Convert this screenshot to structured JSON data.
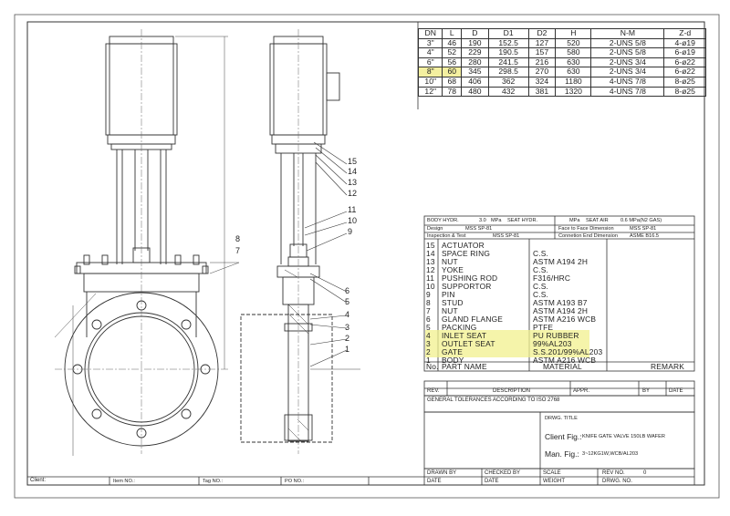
{
  "dimension_table": {
    "headers": [
      "DN",
      "L",
      "D",
      "D1",
      "D2",
      "H",
      "N-M",
      "Z-d"
    ],
    "rows": [
      [
        "3\"",
        "46",
        "190",
        "152.5",
        "127",
        "520",
        "2-UNS 5/8",
        "4-ø19"
      ],
      [
        "4\"",
        "52",
        "229",
        "190.5",
        "157",
        "580",
        "2-UNS 5/8",
        "6-ø19"
      ],
      [
        "6\"",
        "56",
        "280",
        "241.5",
        "216",
        "630",
        "2-UNS 3/4",
        "6-ø22"
      ],
      [
        "8\"",
        "60",
        "345",
        "298.5",
        "270",
        "630",
        "2-UNS 3/4",
        "6-ø22"
      ],
      [
        "10\"",
        "68",
        "406",
        "362",
        "324",
        "1180",
        "4-UNS 7/8",
        "8-ø25"
      ],
      [
        "12\"",
        "78",
        "480",
        "432",
        "381",
        "1320",
        "4-UNS 7/8",
        "8-ø25"
      ]
    ]
  },
  "spec_header": {
    "body_hydr_label": "BODY HYDR.",
    "body_hydr_val": "3.0",
    "body_hydr_unit": "MPa",
    "seat_hydr_label": "SEAT HYDR.",
    "seat_hydr_unit": "MPa",
    "seat_air_label": "SEAT AIR",
    "seat_air_val": "0.6 MPa(N2 GAS)",
    "design_label": "Design",
    "design_val": "MSS SP-81",
    "face_label": "Face to Face Dimension",
    "face_val": "MSS SP-81",
    "inspection_label": "Inspection & Test",
    "inspection_val": "MSS SP-81",
    "connection_label": "Connetion End Dimension",
    "connection_val": "ASME B16.5"
  },
  "bom": {
    "items": [
      {
        "no": "15",
        "part": "ACTUATOR",
        "material": ""
      },
      {
        "no": "14",
        "part": "SPACE RING",
        "material": "C.S."
      },
      {
        "no": "13",
        "part": "NUT",
        "material": "ASTM A194 2H"
      },
      {
        "no": "12",
        "part": "YOKE",
        "material": "C.S."
      },
      {
        "no": "11",
        "part": "PUSHING ROD",
        "material": "F316/HRC"
      },
      {
        "no": "10",
        "part": "SUPPORTOR",
        "material": "C.S."
      },
      {
        "no": "9",
        "part": "PIN",
        "material": "C.S."
      },
      {
        "no": "8",
        "part": "STUD",
        "material": "ASTM A193 B7"
      },
      {
        "no": "7",
        "part": "NUT",
        "material": "ASTM A194 2H"
      },
      {
        "no": "6",
        "part": "GLAND FLANGE",
        "material": "ASTM A216 WCB"
      },
      {
        "no": "5",
        "part": "PACKING",
        "material": "PTFE"
      },
      {
        "no": "4",
        "part": "INLET SEAT",
        "material": "PU RUBBER"
      },
      {
        "no": "3",
        "part": "OUTLET SEAT",
        "material": "99%AL203"
      },
      {
        "no": "2",
        "part": "GATE",
        "material": "S.S.201/99%AL203"
      },
      {
        "no": "1",
        "part": "BODY",
        "material": "ASTM A216 WCB"
      }
    ],
    "footer": {
      "no": "No.",
      "part": "PART NAME",
      "material": "MATERIAL",
      "remark": "REMARK"
    }
  },
  "revision": {
    "rev": "REV.",
    "description": "DESCRIPTION",
    "appr": "APPR.",
    "by": "BY",
    "date": "DATE"
  },
  "tolerance": "GENERAL TOLERANCES ACCORDING TO ISO 2768",
  "title_block": {
    "drwg_title_label": "DRWG. TITLE",
    "client_fig_label": "Client Fig.:",
    "client_fig_val": "KNIFE GATE VALVE 150LB WAFER",
    "man_fig_label": "Man. Fig.:",
    "man_fig_val": "3~12KG1W,WCB/AL203",
    "drawn_by": "DRAWN BY",
    "checked_by": "CHECKED BY",
    "scale": "SCALE",
    "rev_no": "REV NO.",
    "rev_no_val": "0",
    "date1": "DATE",
    "date2": "DATE",
    "weight": "WEIGHT",
    "drwg_no": "DRWG. NO."
  },
  "bottom_strip": {
    "client": "Client:",
    "item_no": "Item NO.:",
    "tag_no": "Tag NO.:",
    "po_no": "PO NO.:"
  },
  "callouts": [
    "15",
    "14",
    "13",
    "12",
    "11",
    "10",
    "9",
    "8",
    "7",
    "6",
    "5",
    "4",
    "3",
    "2",
    "1"
  ]
}
